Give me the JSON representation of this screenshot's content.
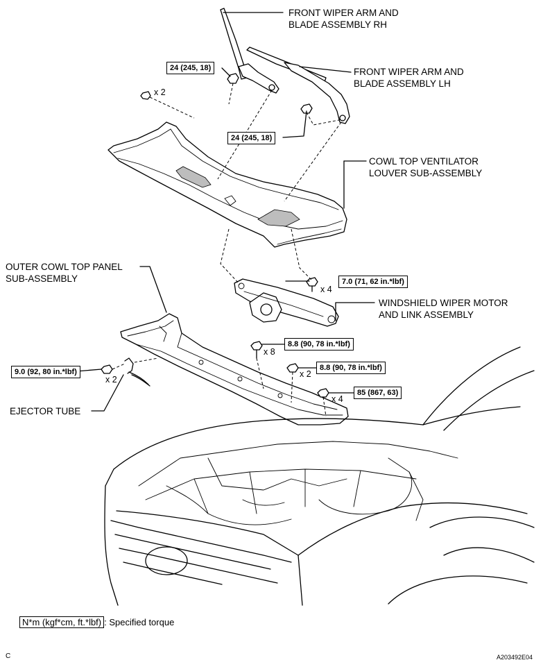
{
  "labels": {
    "wiper_rh": [
      "FRONT WIPER ARM AND",
      "BLADE ASSEMBLY RH"
    ],
    "wiper_lh": [
      "FRONT WIPER ARM AND",
      "BLADE ASSEMBLY LH"
    ],
    "cowl_louver": [
      "COWL TOP VENTILATOR",
      "LOUVER SUB-ASSEMBLY"
    ],
    "outer_cowl": [
      "OUTER COWL TOP PANEL",
      "SUB-ASSEMBLY"
    ],
    "wiper_motor": [
      "WINDSHIELD WIPER MOTOR",
      "AND LINK ASSEMBLY"
    ],
    "ejector_tube": "EJECTOR TUBE"
  },
  "torques": {
    "wiper_rh_nut": "24 (245, 18)",
    "wiper_lh_nut": "24 (245, 18)",
    "wiper_motor_bolt": "7.0 (71, 62 in.*lbf)",
    "outer_cowl_bolt": "8.8 (90, 78 in.*lbf)",
    "outer_cowl_nut": "8.8 (90, 78 in.*lbf)",
    "outer_cowl_nut_large": "85 (867, 63)",
    "ejector_nut": "9.0 (92, 80 in.*lbf)"
  },
  "quantities": {
    "louver_clip": "x 2",
    "motor_bolt": "x 4",
    "cowl_bolt": "x 8",
    "cowl_nut": "x 2",
    "cowl_nut_large": "x 4",
    "ejector_nut": "x 2"
  },
  "legend": {
    "unit": "N*m (kgf*cm, ft.*lbf)",
    "description": ": Specified torque"
  },
  "footer": {
    "corner_left": "C",
    "figure_code": "A203492E04"
  }
}
